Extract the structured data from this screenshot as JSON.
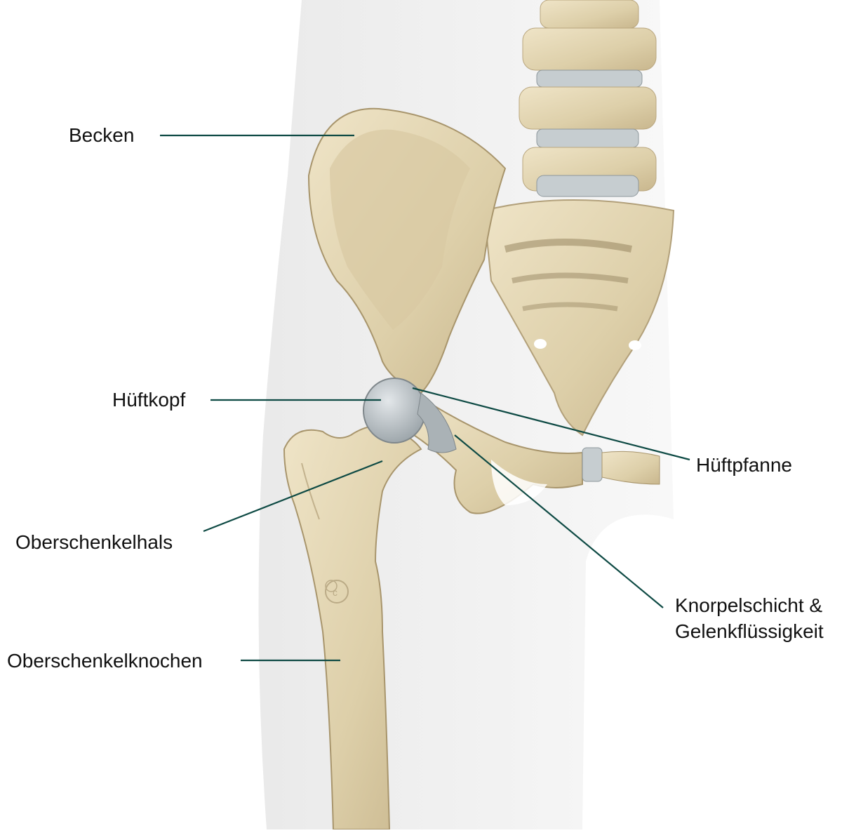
{
  "colors": {
    "leader_line": "#0e4a44",
    "bone": "#e3d6b4",
    "bone_shadow": "#c2b088",
    "cartilage": "#b9c1c5",
    "body_silhouette": "#ececec",
    "text": "#111111"
  },
  "labels": {
    "becken": "Becken",
    "hueftkopf": "Hüftkopf",
    "oberschenkelhals": "Oberschenkelhals",
    "oberschenkelknochen": "Oberschenkelknochen",
    "hueftpfanne": "Hüftpfanne",
    "knorpel_line1": "Knorpelschicht &",
    "knorpel_line2": "Gelenkflüssigkeit"
  },
  "icons": {
    "watermark": "jc-copyright-icon"
  }
}
